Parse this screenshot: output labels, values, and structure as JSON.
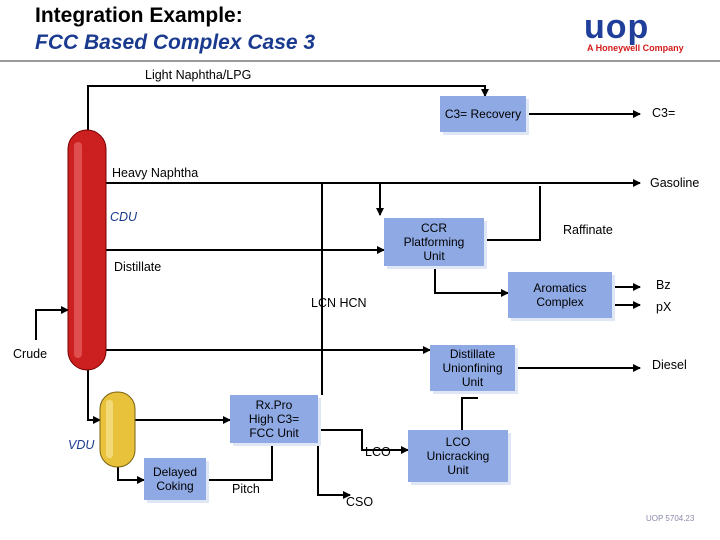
{
  "header": {
    "title_line1": "Integration Example:",
    "title_line2": "FCC Based Complex Case 3",
    "logo_text": "uop",
    "logo_tagline": "A Honeywell Company"
  },
  "colors": {
    "box_fill": "#8ea9e3",
    "column_fill": "#cc1f1f",
    "vessel_fill": "#e8c23a",
    "title_blue": "#1a3a8f"
  },
  "units": {
    "cdu": "CDU",
    "vdu": "VDU",
    "c3_recovery": "C3= Recovery",
    "ccr": "CCR\nPlatforming\nUnit",
    "aromatics": "Aromatics\nComplex",
    "distillate_unionfining": "Distillate\nUnionfining\nUnit",
    "rxpro": "Rx.Pro\nHigh C3=\nFCC Unit",
    "lco_unicracking": "LCO\nUnicracking\nUnit",
    "delayed_coking": "Delayed\nCoking"
  },
  "streams": {
    "light_naphtha": "Light Naphtha/LPG",
    "heavy_naphtha": "Heavy Naphtha",
    "distillate": "Distillate",
    "crude": "Crude",
    "lcn_hcn": "LCN  HCN",
    "lco": "LCO",
    "pitch": "Pitch",
    "cso": "CSO"
  },
  "products": {
    "c3": "C3=",
    "gasoline": "Gasoline",
    "raffinate": "Raffinate",
    "bz": "Bz",
    "px": "pX",
    "diesel": "Diesel"
  },
  "footer": {
    "ref": "UOP 5704.23"
  }
}
